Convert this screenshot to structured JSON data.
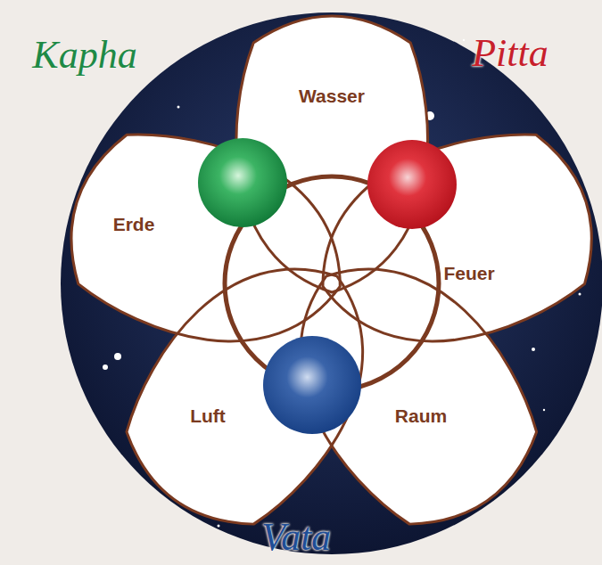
{
  "diagram": {
    "nodes": [
      {
        "text": [
          "Wasser"
        ]
      },
      {
        "text": [
          "Erde"
        ]
      },
      {
        "text": [
          "Feuer"
        ]
      },
      {
        "text": [
          "Luft"
        ]
      },
      {
        "text": [
          "Raum"
        ]
      }
    ],
    "labels": [
      "Kapha",
      "Pitta",
      "Vata"
    ]
  }
}
